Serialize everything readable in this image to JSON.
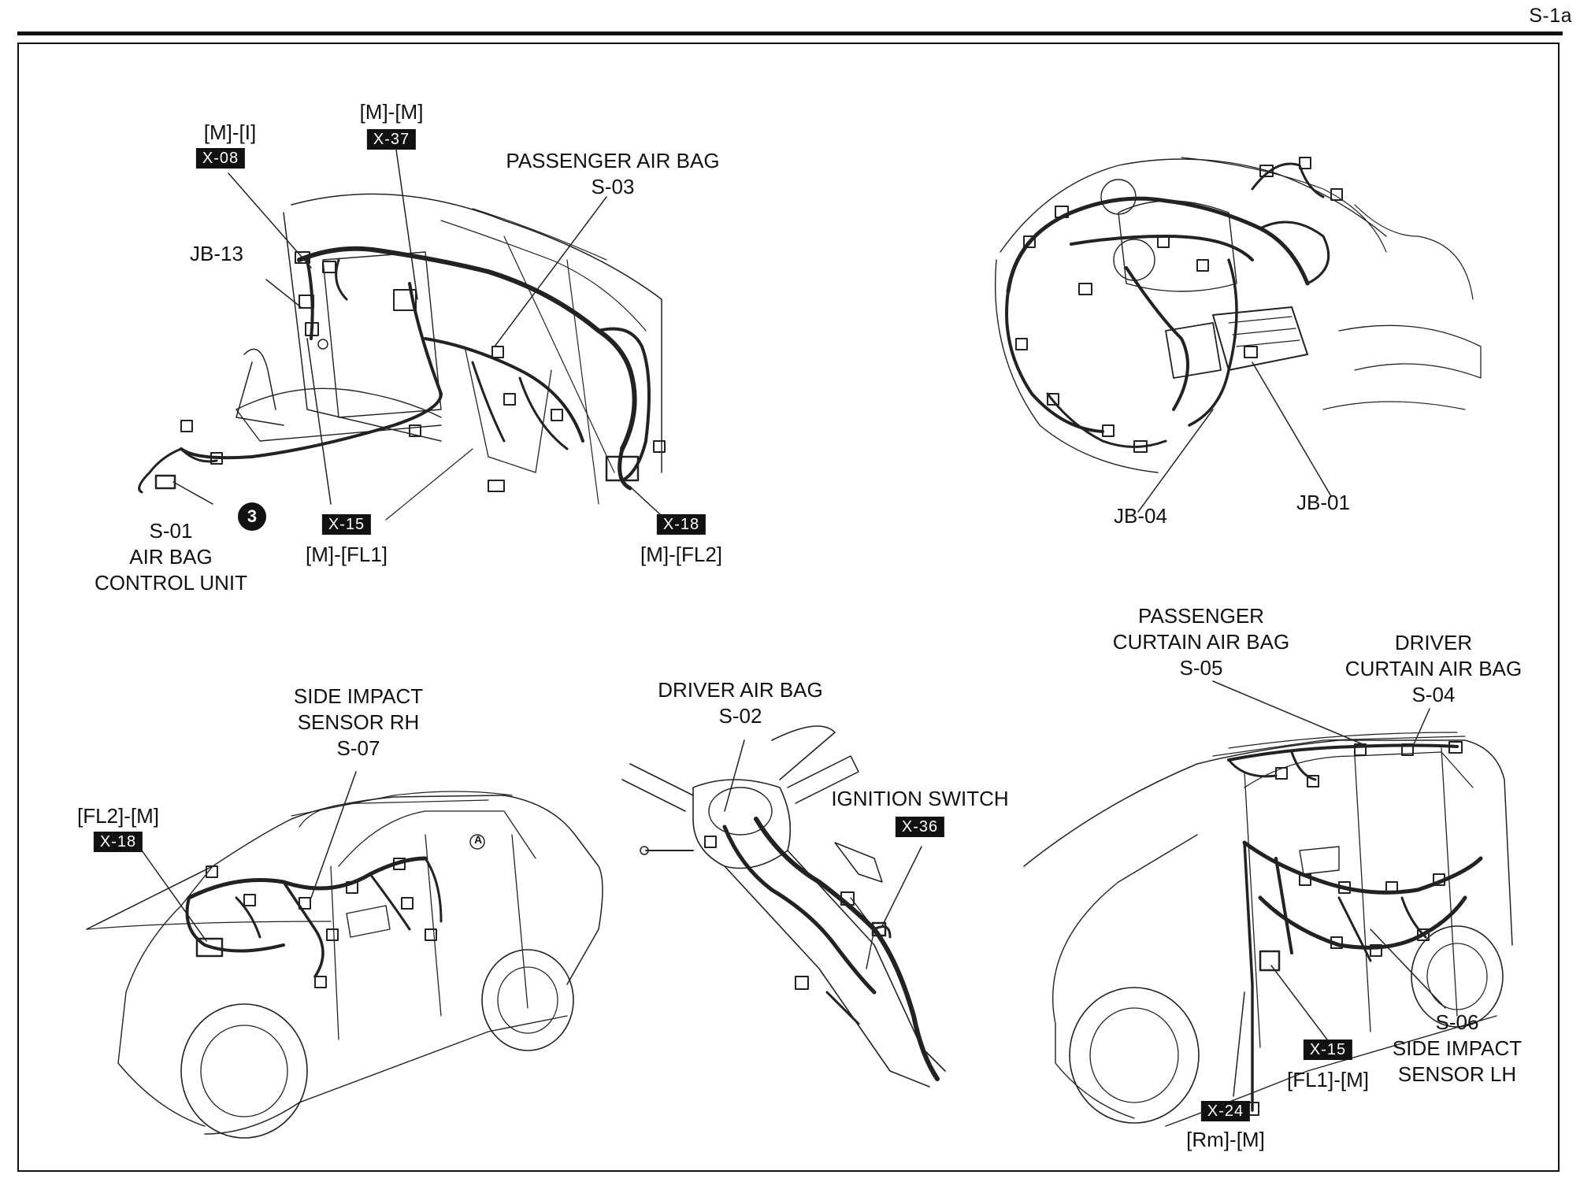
{
  "page": {
    "label": "S-1a"
  },
  "panels": {
    "dashboard": {
      "labels": {
        "x08_conn": "[M]-[I]",
        "x08_tag": "X-08",
        "x37_conn": "[M]-[M]",
        "x37_tag": "X-37",
        "jb13": "JB-13",
        "passenger_bag": [
          "PASSENGER AIR BAG",
          "S-03"
        ],
        "s01": [
          "S-01",
          "AIR BAG",
          "CONTROL UNIT"
        ],
        "ground_badge": "3",
        "x15_tag": "X-15",
        "x15_conn": "[M]-[FL1]",
        "x18_tag": "X-18",
        "x18_conn": "[M]-[FL2]"
      }
    },
    "engine_bay": {
      "labels": {
        "jb04": "JB-04",
        "jb01": "JB-01"
      }
    },
    "vehicle_rh": {
      "labels": {
        "side_sensor_rh": [
          "SIDE IMPACT",
          "SENSOR RH",
          "S-07"
        ],
        "x18_conn": "[FL2]-[M]",
        "x18_tag": "X-18",
        "badge_a": "A"
      }
    },
    "steering_column": {
      "labels": {
        "driver_bag": [
          "DRIVER AIR BAG",
          "S-02"
        ],
        "ignition": "IGNITION SWITCH",
        "x36_tag": "X-36"
      }
    },
    "vehicle_lh": {
      "labels": {
        "passenger_curtain": [
          "PASSENGER",
          "CURTAIN AIR BAG",
          "S-05"
        ],
        "driver_curtain": [
          "DRIVER",
          "CURTAIN AIR BAG",
          "S-04"
        ],
        "side_sensor_lh": [
          "S-06",
          "SIDE IMPACT",
          "SENSOR LH"
        ],
        "x15_tag": "X-15",
        "x15_conn": "[FL1]-[M]",
        "x24_tag": "X-24",
        "x24_conn": "[Rm]-[M]"
      }
    }
  }
}
